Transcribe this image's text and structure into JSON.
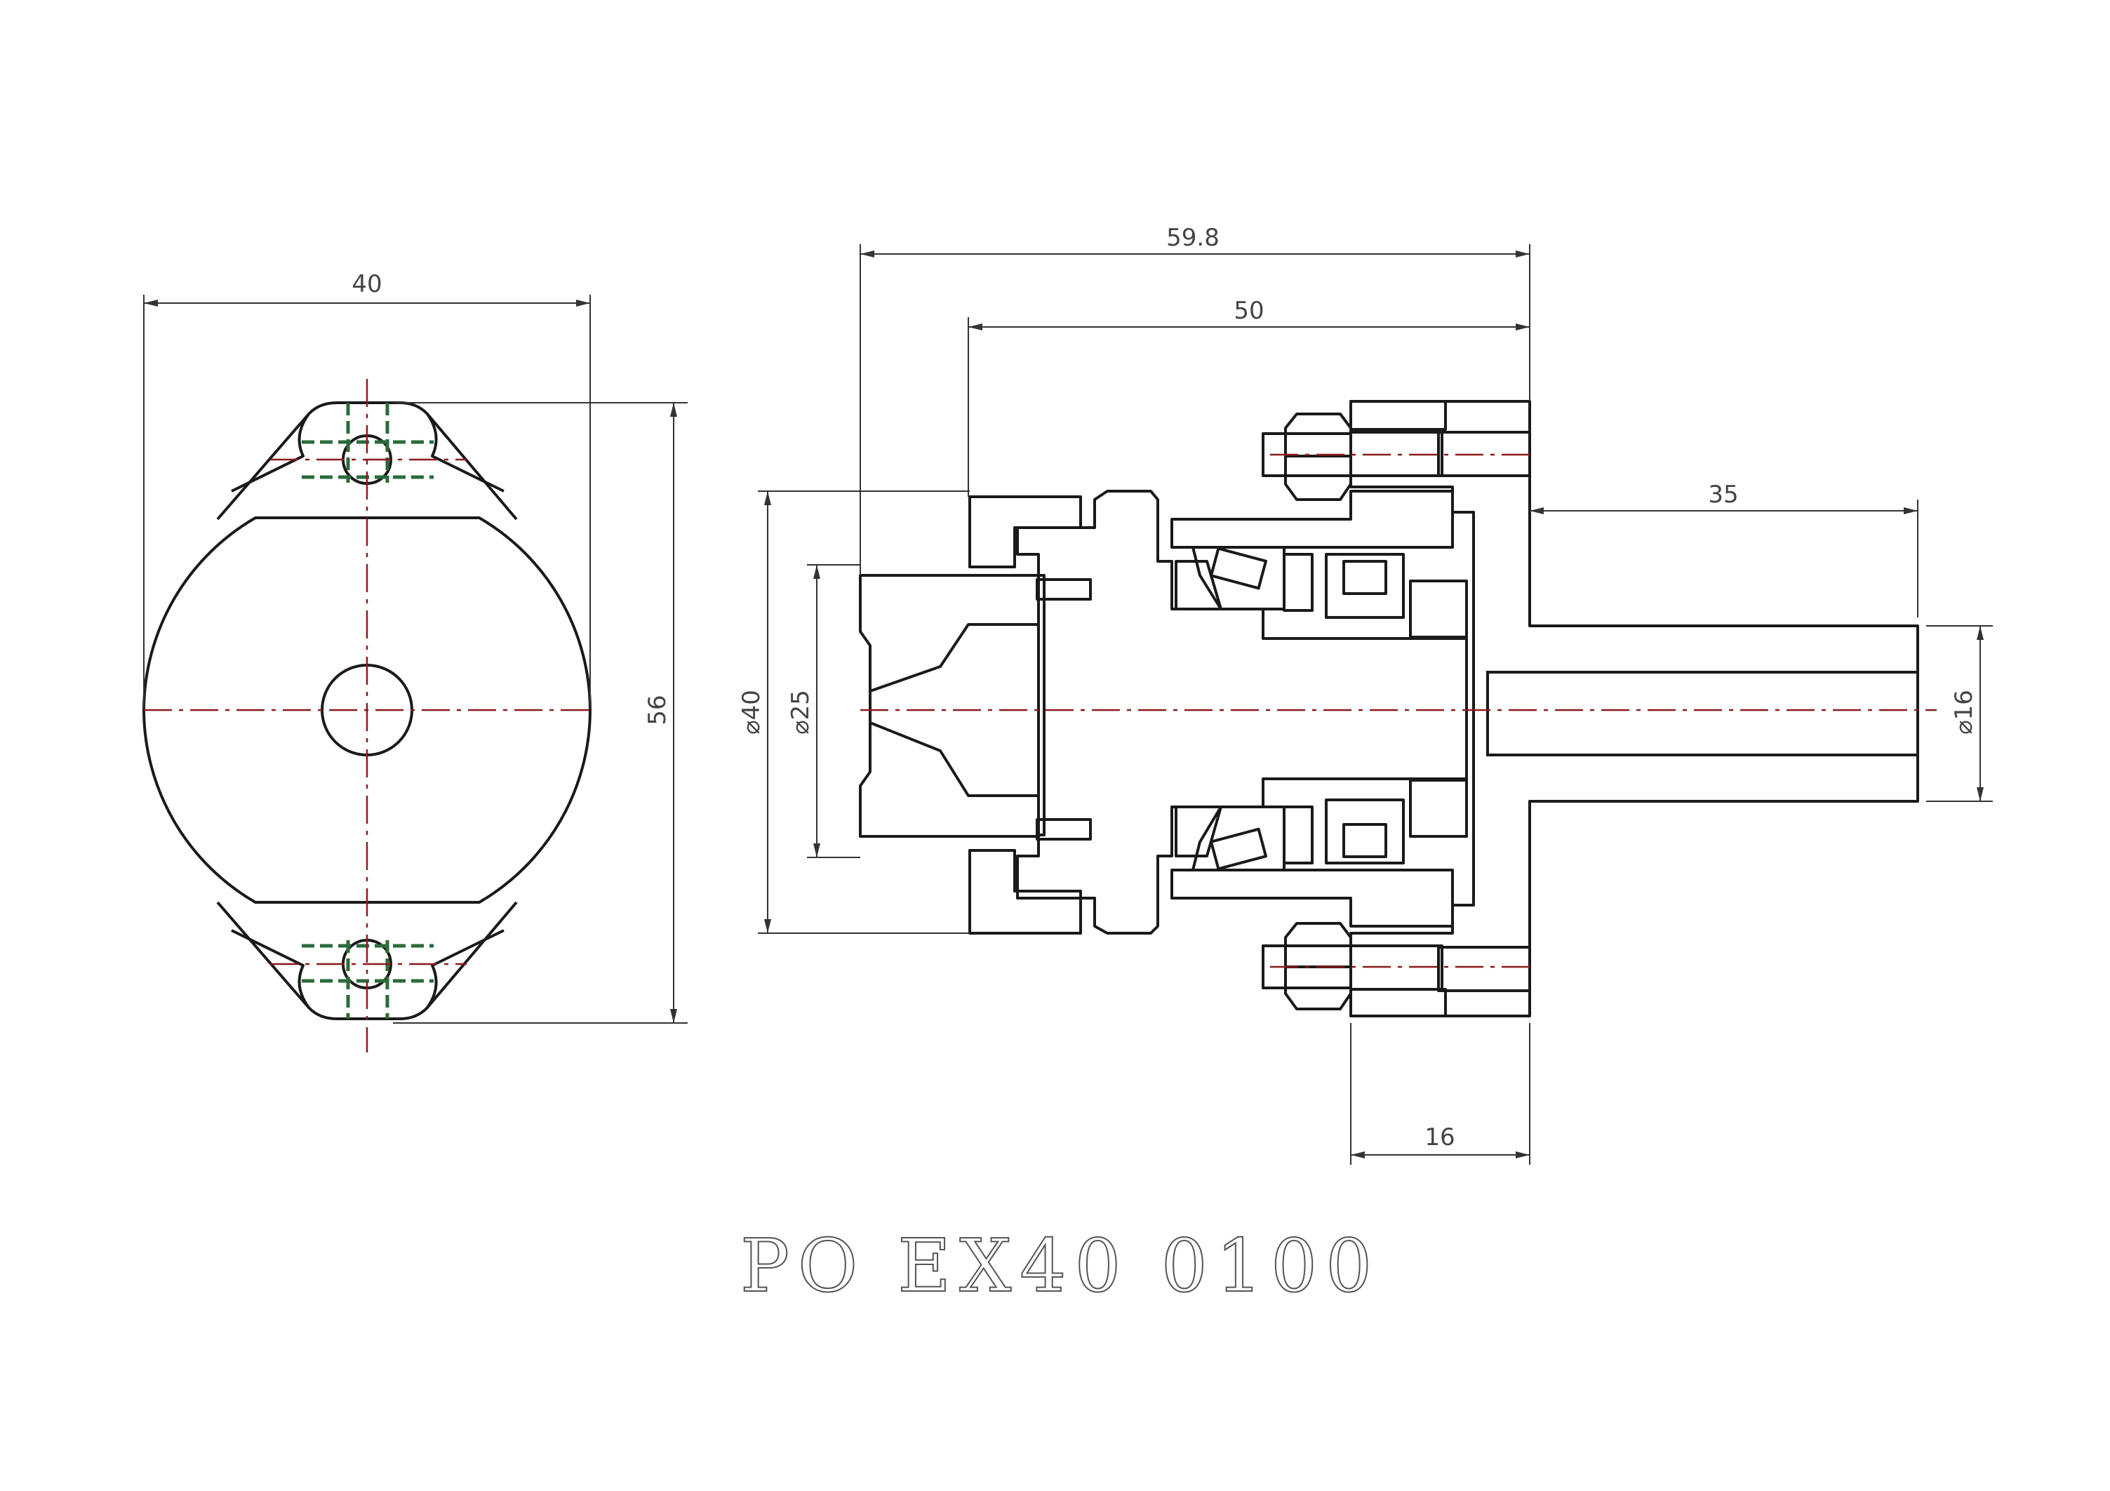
{
  "dimensions": {
    "front_width": "40",
    "front_height": "56",
    "overall_length": "59.8",
    "body_length": "50",
    "shaft_length": "35",
    "flange_thickness": "16",
    "outer_diameter": "⌀40",
    "nut_diameter": "⌀25",
    "shaft_diameter": "⌀16"
  },
  "title_block": {
    "part_number": "PO EX40 0100"
  },
  "colors": {
    "outline": "#1a1a1a",
    "dimension": "#444444",
    "centerline": "#8b1a1a",
    "hatch_blue": "#2e3a8c",
    "hatch_green": "#2a6b3a",
    "hatch_orange": "#c8773a",
    "hatch_purple": "#6b2a7a",
    "hatch_red": "#9b2a2a",
    "hidden_line": "#2a6b3a"
  }
}
